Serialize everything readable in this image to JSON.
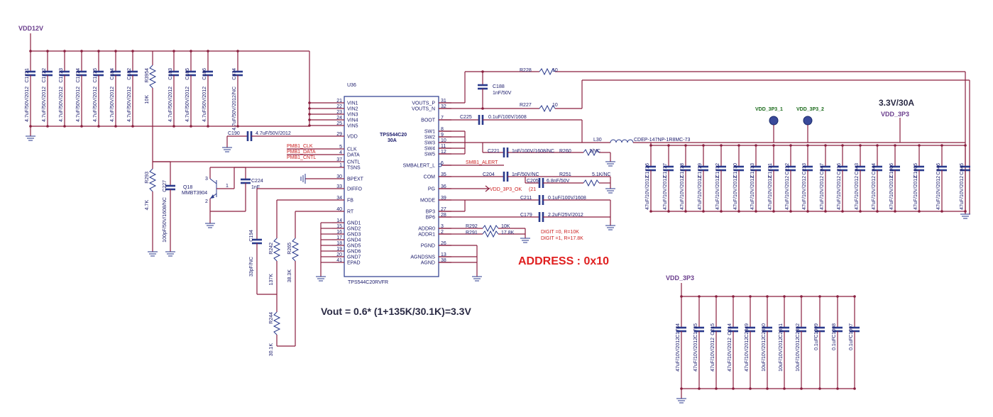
{
  "nets": {
    "vdd12v": "VDD12V",
    "vdd3p3_main": "VDD_3P3",
    "vdd3p3_lower": "VDD_3P3",
    "tp1": "VDD_3P3_1",
    "tp2": "VDD_3P3_2",
    "pmb_clk": "PMB1_CLK",
    "pmb_data": "PMB1_DATA",
    "pmb_cntl": "PMB1_CNTL",
    "smb_alert": "SMB1_ALERT",
    "pg_net": "VDD_3P3_OK",
    "pg_note": "(21"
  },
  "texts": {
    "rating": "3.3V/30A",
    "address": "ADDRESS : 0x10",
    "vout_formula": "Vout = 0.6* (1+135K/30.1K)=3.3V",
    "digit0": "DIGIT =0, R=10K",
    "digit1": "DIGIT =1, R=17.8K"
  },
  "ic": {
    "ref": "U36",
    "name": "TPS544C20",
    "current": "30A",
    "part": "TPS544C20RVFR",
    "left_pins": [
      {
        "num": "21",
        "name": "VIN1"
      },
      {
        "num": "22",
        "name": "VIN2"
      },
      {
        "num": "23",
        "name": "VIN3"
      },
      {
        "num": "24",
        "name": "VIN4"
      },
      {
        "num": "25",
        "name": "VIN5"
      },
      {
        "num": "29",
        "name": "VDD"
      },
      {
        "num": "5",
        "name": "CLK"
      },
      {
        "num": "4",
        "name": "DATA"
      },
      {
        "num": "37",
        "name": "CNTL"
      },
      {
        "num": "1",
        "name": "TSNS"
      },
      {
        "num": "30",
        "name": "BPEXT"
      },
      {
        "num": "33",
        "name": "DIFFO"
      },
      {
        "num": "34",
        "name": "FB"
      },
      {
        "num": "40",
        "name": "RT"
      },
      {
        "num": "14",
        "name": "GND1"
      },
      {
        "num": "15",
        "name": "GND2"
      },
      {
        "num": "16",
        "name": "GND3"
      },
      {
        "num": "17",
        "name": "GND4"
      },
      {
        "num": "18",
        "name": "GND5"
      },
      {
        "num": "19",
        "name": "GND6"
      },
      {
        "num": "20",
        "name": "GND7"
      },
      {
        "num": "41",
        "name": "EPAD"
      }
    ],
    "right_pins": [
      {
        "num": "31",
        "name": "VOUTS_P"
      },
      {
        "num": "32",
        "name": "VOUTS_N"
      },
      {
        "num": "7",
        "name": "BOOT"
      },
      {
        "num": "8",
        "name": "SW1"
      },
      {
        "num": "9",
        "name": "SW2"
      },
      {
        "num": "10",
        "name": "SW3"
      },
      {
        "num": "11",
        "name": "SW4"
      },
      {
        "num": "12",
        "name": "SW5"
      },
      {
        "num": "6",
        "name": "SMBALERT_L"
      },
      {
        "num": "35",
        "name": "COM"
      },
      {
        "num": "36",
        "name": "PG"
      },
      {
        "num": "39",
        "name": "MODE"
      },
      {
        "num": "27",
        "name": "BP3"
      },
      {
        "num": "28",
        "name": "BP6"
      },
      {
        "num": "3",
        "name": "ADDR0"
      },
      {
        "num": "2",
        "name": "ADDR1"
      },
      {
        "num": "26",
        "name": "PGND"
      },
      {
        "num": "13",
        "name": "AGNDSNS"
      },
      {
        "num": "38",
        "name": "AGND"
      }
    ]
  },
  "input_caps": [
    {
      "ref": "C1721",
      "value": "4.7uF/50V/2012"
    },
    {
      "ref": "C1722",
      "value": "4.7uF/50V/2012"
    },
    {
      "ref": "C1723",
      "value": "4.7uF/50V/2012"
    },
    {
      "ref": "C1724",
      "value": "4.7uF/50V/2012"
    },
    {
      "ref": "C1725",
      "value": "4.7uF/50V/2012"
    },
    {
      "ref": "C184",
      "value": "4.7uF/50V/2012"
    },
    {
      "ref": "C182",
      "value": "4.7uF/50V/2012"
    }
  ],
  "input_caps2": [
    {
      "ref": "C183",
      "value": "4.7uF/50V/2012"
    },
    {
      "ref": "C185",
      "value": "4.7uF/50V/2012"
    },
    {
      "ref": "C186",
      "value": "4.7uF/50V/2012"
    },
    {
      "ref": "C874",
      "value": "4.7uF/50V/2012/NC"
    }
  ],
  "misc_parts": {
    "r3954": "R3954",
    "r3954_val": "10K",
    "c190": "C190",
    "c190_val": "4.7uF/50V/2012",
    "r293": "R293",
    "r293_val": "4.7K",
    "c227": "C227",
    "c227_val": "100pF/50V/1608/NC",
    "q18": "Q18",
    "q18_val": "MMBT3904",
    "c224": "C224",
    "c224_val": "1nF",
    "c194": "C194",
    "c194_val": "33pF/NC",
    "r242": "R242",
    "r242_val": "137K",
    "r265": "R265",
    "r265_val": "38.3K",
    "r244": "R244",
    "r244_val": "30.1K",
    "c188": "C188",
    "c188_val": "1nF/50V",
    "r228": "R228",
    "r228_val": "10",
    "r227": "R227",
    "r227_val": "10",
    "c225": "C225",
    "c225_val": "0.1uF/100V/1608",
    "c221": "C221",
    "c221_val": "1nF/100V/1608/NC",
    "r260": "R260",
    "r260_val": "1/NC",
    "l30": "L30",
    "l30_val": "CDEP-147NP-1R8MC-73",
    "c204": "C204",
    "c204_val": "1nF/50V/NC",
    "c205": "C205",
    "c205_val": "6.8nF/50V",
    "r251": "R251",
    "r251_val": "5.1K/NC",
    "c211": "C211",
    "c211_val": "0.1uF/100V/1608",
    "c179": "C179",
    "c179_val": "2.2uF/25V/2012",
    "r292": "R292",
    "r292_val": "10K",
    "r291": "R291",
    "r291_val": "17.8K",
    "pin_q1": "1",
    "pin_q2": "2",
    "pin_q3": "3"
  },
  "output_caps": [
    {
      "ref": "C1726",
      "value": "47uF/10V/2012"
    },
    {
      "ref": "C1727",
      "value": "47uF/10V/2012"
    },
    {
      "ref": "C1728",
      "value": "47uF/10V/2012"
    },
    {
      "ref": "C1729",
      "value": "47uF/10V/2012"
    },
    {
      "ref": "C1732",
      "value": "47uF/10V/2012"
    },
    {
      "ref": "C1730",
      "value": "47uF/10V/2012"
    },
    {
      "ref": "C1733",
      "value": "47uF/10V/2012"
    },
    {
      "ref": "C1731",
      "value": "47uF/10V/2012"
    },
    {
      "ref": "C212",
      "value": "47uF/10V/2012"
    },
    {
      "ref": "C213",
      "value": "47uF/10V/2012"
    },
    {
      "ref": "C947",
      "value": "47uF/10V/2012"
    },
    {
      "ref": "C216",
      "value": "47uF/10V/2012"
    },
    {
      "ref": "C943",
      "value": "47uF/10V/2012"
    },
    {
      "ref": "C944",
      "value": "47uF/10V/2012"
    },
    {
      "ref": "C1006",
      "value": "47uF/10V/2012"
    },
    {
      "ref": "C1005",
      "value": "47uF/10V/2012"
    },
    {
      "ref": "C946",
      "value": "47uF/10V/2012"
    },
    {
      "ref": "C945",
      "value": "47uF/10V/2012"
    }
  ],
  "lower_caps": [
    {
      "ref": "C1734",
      "value": "47uF/10V/2012"
    },
    {
      "ref": "C1735",
      "value": "47uF/10V/2012"
    },
    {
      "ref": "C215",
      "value": "47uF/10V/2012"
    },
    {
      "ref": "C214",
      "value": "47uF/10V/2012"
    },
    {
      "ref": "C2849",
      "value": "47uF/10V/2012"
    },
    {
      "ref": "C2850",
      "value": "10uF/10V/2012"
    },
    {
      "ref": "C2851",
      "value": "10uF/10V/2012"
    },
    {
      "ref": "C2852",
      "value": "10uF/10V/2012"
    },
    {
      "ref": "C1009",
      "value": "0.1uF"
    },
    {
      "ref": "C1008",
      "value": "0.1uF"
    },
    {
      "ref": "C1007",
      "value": "0.1uF"
    }
  ]
}
